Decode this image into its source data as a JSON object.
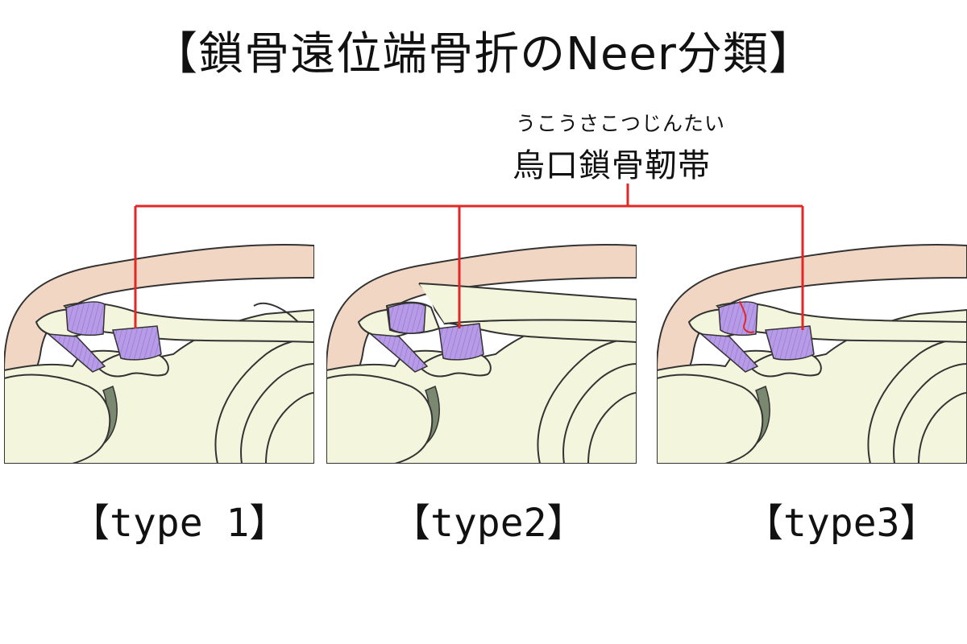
{
  "title": "【鎖骨遠位端骨折のNeer分類】",
  "ligament": {
    "reading": "うこうさこつじんたい",
    "name": "烏口鎖骨靭帯"
  },
  "panels": [
    {
      "id": "type1",
      "label": "【type 1】"
    },
    {
      "id": "type2",
      "label": "【type2】"
    },
    {
      "id": "type3",
      "label": "【type3】"
    }
  ],
  "colors": {
    "bone": "#f3f6dc",
    "outline": "#333333",
    "skin": "#f2d6c4",
    "ligament": "#b79be6",
    "cartilage": "#7a8870",
    "leader": "#e32626"
  }
}
